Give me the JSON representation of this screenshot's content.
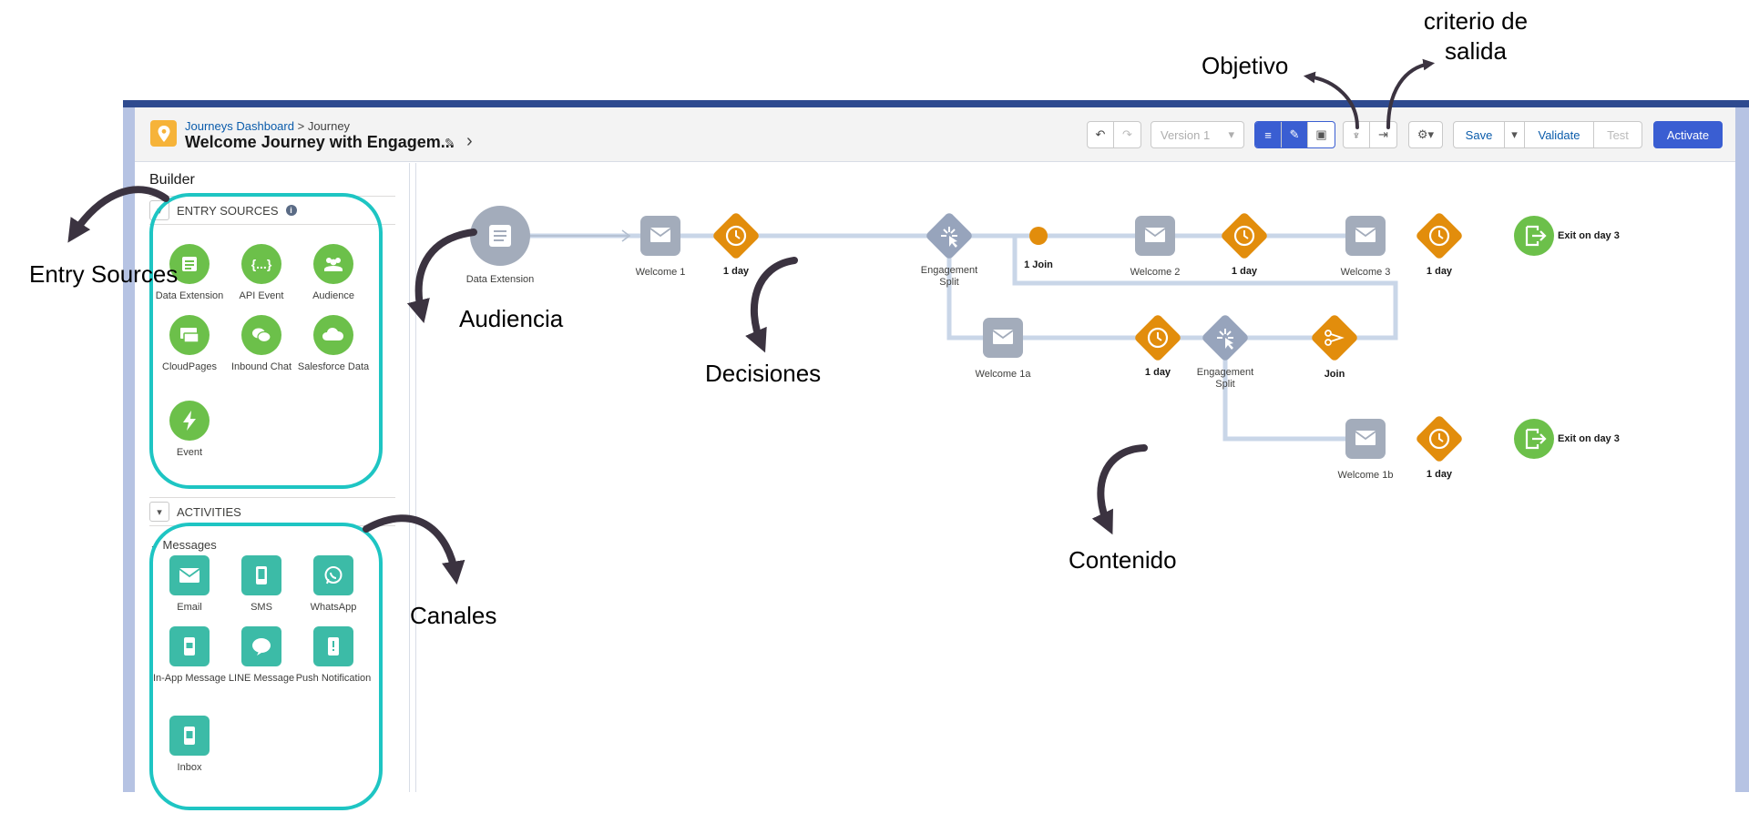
{
  "header": {
    "breadcrumb_link": "Journeys Dashboard",
    "breadcrumb_sep": ">",
    "breadcrumb_current": "Journey",
    "title": "Welcome Journey with Engagem...",
    "version": "Version 1",
    "save": "Save",
    "validate": "Validate",
    "test": "Test",
    "activate": "Activate"
  },
  "sidebar": {
    "title": "Builder",
    "entry_sources": {
      "header": "ENTRY SOURCES",
      "items": [
        "Data Extension",
        "API Event",
        "Audience",
        "CloudPages",
        "Inbound Chat",
        "Salesforce Data",
        "Event"
      ]
    },
    "activities": {
      "header": "ACTIVITIES",
      "messages_header": "Messages",
      "items": [
        "Email",
        "SMS",
        "WhatsApp",
        "In-App Message",
        "LINE Message",
        "Push Notification",
        "Inbox"
      ]
    }
  },
  "canvas": {
    "nodes": {
      "entry": "Data Extension",
      "welcome1": "Welcome 1",
      "wait1": "1 day",
      "split1": "Engagement Split",
      "join_dot": "1 Join",
      "welcome2": "Welcome 2",
      "wait2": "1 day",
      "welcome3": "Welcome 3",
      "wait3": "1 day",
      "exit1": "Exit on day 3",
      "welcome1a": "Welcome 1a",
      "wait1a": "1 day",
      "split2": "Engagement Split",
      "join": "Join",
      "welcome1b": "Welcome 1b",
      "wait1b": "1 day",
      "exit2": "Exit on day 3"
    }
  },
  "annotations": {
    "entry_sources": "Entry Sources",
    "audiencia": "Audiencia",
    "decisiones": "Decisiones",
    "canales": "Canales",
    "contenido": "Contenido",
    "objetivo": "Objetivo",
    "criterio": "criterio de salida"
  },
  "colors": {
    "entry_green": "#6cc04a",
    "channel_teal": "#3cbba7",
    "wait_orange": "#e28d0c",
    "split_gray": "#97a4bc",
    "highlight": "#1ec5c3",
    "activate_blue": "#3a5ed2"
  }
}
